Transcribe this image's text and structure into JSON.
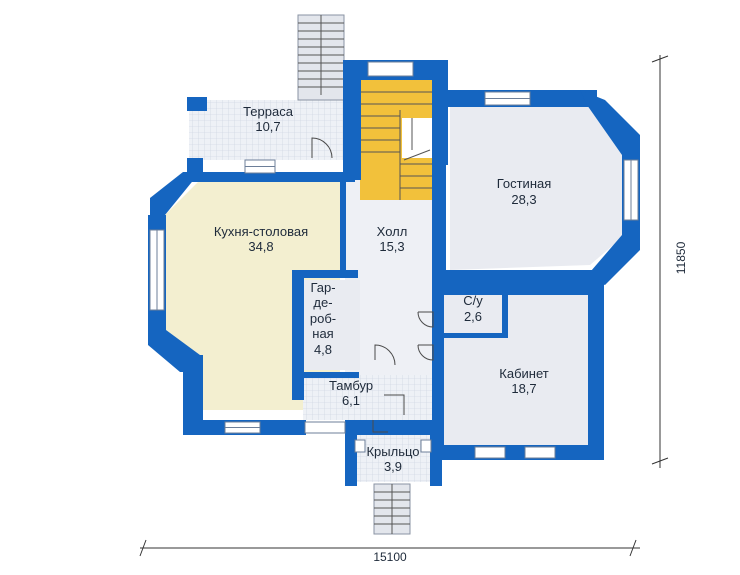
{
  "colors": {
    "wall": "#1565c0",
    "kitchen_floor": "#f3efd0",
    "tile_floor": "#eef1f6",
    "room_floor": "#e9ebf1",
    "staircase": "#f2c13b"
  },
  "rooms": {
    "terrace": {
      "name": "Терраса",
      "area": "10,7"
    },
    "kitchen": {
      "name": "Кухня-столовая",
      "area": "34,8"
    },
    "hall": {
      "name": "Холл",
      "area": "15,3"
    },
    "living": {
      "name": "Гостиная",
      "area": "28,3"
    },
    "wardrobe": {
      "name_lines": [
        "Гар-",
        "де-",
        "роб-",
        "ная"
      ],
      "area": "4,8"
    },
    "wc": {
      "name": "С/у",
      "area": "2,6"
    },
    "study": {
      "name": "Кабинет",
      "area": "18,7"
    },
    "vestibule": {
      "name": "Тамбур",
      "area": "6,1"
    },
    "porch": {
      "name": "Крыльцо",
      "area": "3,9"
    }
  },
  "dimensions": {
    "width": "15100",
    "depth": "11850"
  }
}
